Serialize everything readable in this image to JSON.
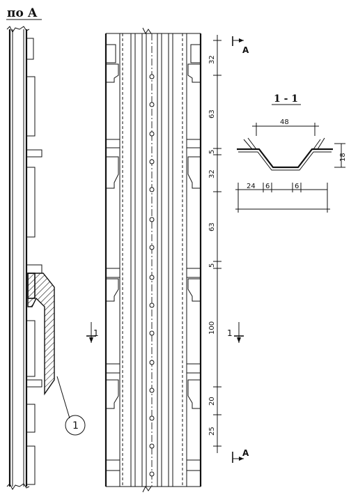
{
  "view_label": "по А",
  "section_label": "1 - 1",
  "cut_markers": {
    "top_right": "А",
    "bottom_right": "А",
    "left": "1",
    "right": "1"
  },
  "callout": "1",
  "vertical_dims": [
    "32",
    "63",
    "5",
    "32",
    "63",
    "5",
    "100",
    "20",
    "25"
  ],
  "section_dims": {
    "top_width": "48",
    "height": "18",
    "flange": "24",
    "web_left": "6",
    "web_right": "6"
  }
}
